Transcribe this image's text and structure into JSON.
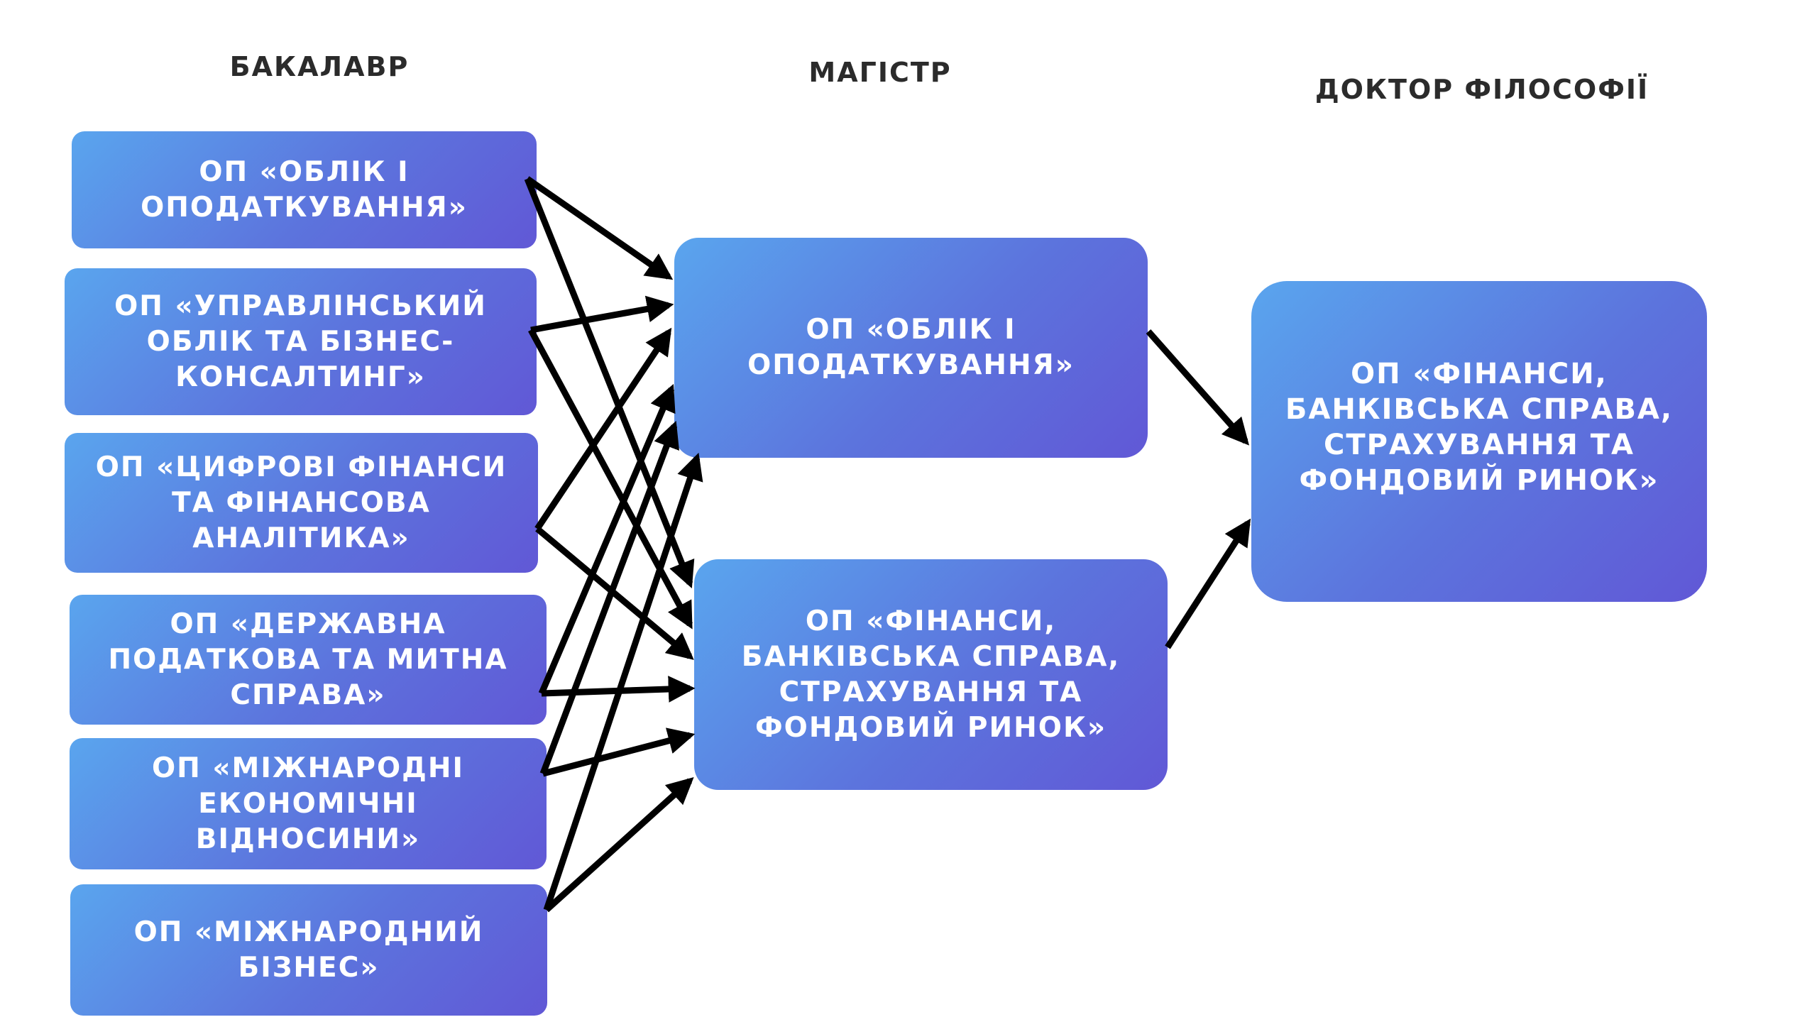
{
  "columns": {
    "bachelor": "БАКАЛАВР",
    "master": "МАГІСТР",
    "phd": "ДОКТОР ФІЛОСОФІЇ"
  },
  "bachelor_programs": [
    "ОП «ОБЛІК І ОПОДАТКУВАННЯ»",
    "ОП «УПРАВЛІНСЬКИЙ ОБЛІК ТА БІЗНЕС-КОНСАЛТИНГ»",
    "ОП «ЦИФРОВІ ФІНАНСИ ТА ФІНАНСОВА АНАЛІТИКА»",
    "ОП «ДЕРЖАВНА ПОДАТКОВА ТА МИТНА СПРАВА»",
    "ОП «МІЖНАРОДНІ ЕКОНОМІЧНІ ВІДНОСИНИ»",
    "ОП «МІЖНАРОДНИЙ БІЗНЕС»"
  ],
  "master_programs": [
    "ОП «ОБЛІК І ОПОДАТКУВАННЯ»",
    "ОП «ФІНАНСИ, БАНКІВСЬКА СПРАВА, СТРАХУВАННЯ ТА ФОНДОВИЙ РИНОК»"
  ],
  "phd_program": "ОП «ФІНАНСИ, БАНКІВСЬКА СПРАВА, СТРАХУВАННЯ ТА ФОНДОВИЙ РИНОК»",
  "colors": {
    "gradient_start": "#5aa5ee",
    "gradient_end": "#6158d6",
    "arrow": "#000000",
    "title_text": "#2b2b2b"
  }
}
